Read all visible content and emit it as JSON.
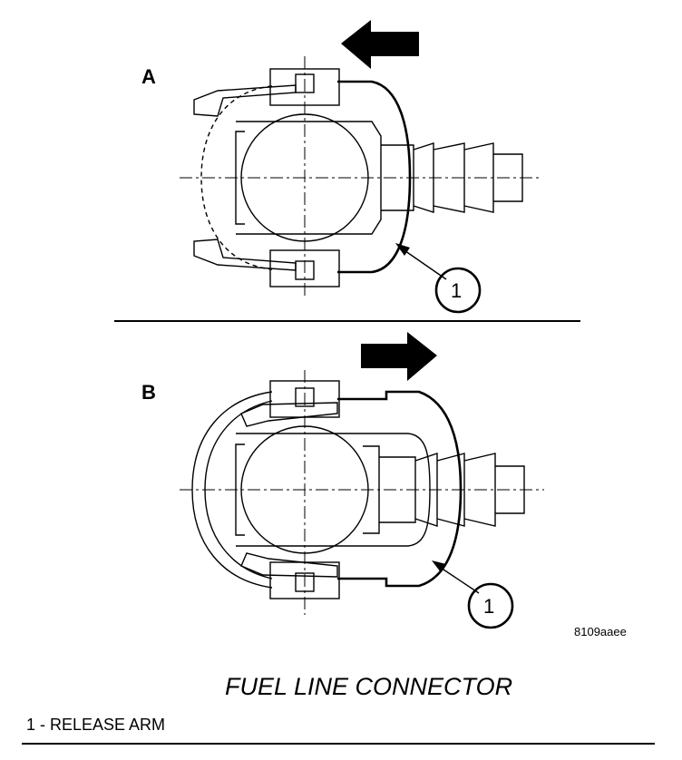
{
  "panels": {
    "a_label": "A",
    "b_label": "B"
  },
  "callouts": {
    "a_number": "1",
    "b_number": "1"
  },
  "figure_code": "8109aaee",
  "title": "FUEL LINE CONNECTOR",
  "legend": {
    "item_1": "1 - RELEASE ARM"
  },
  "arrows": {
    "panel_a_direction": "left",
    "panel_b_direction": "right"
  }
}
